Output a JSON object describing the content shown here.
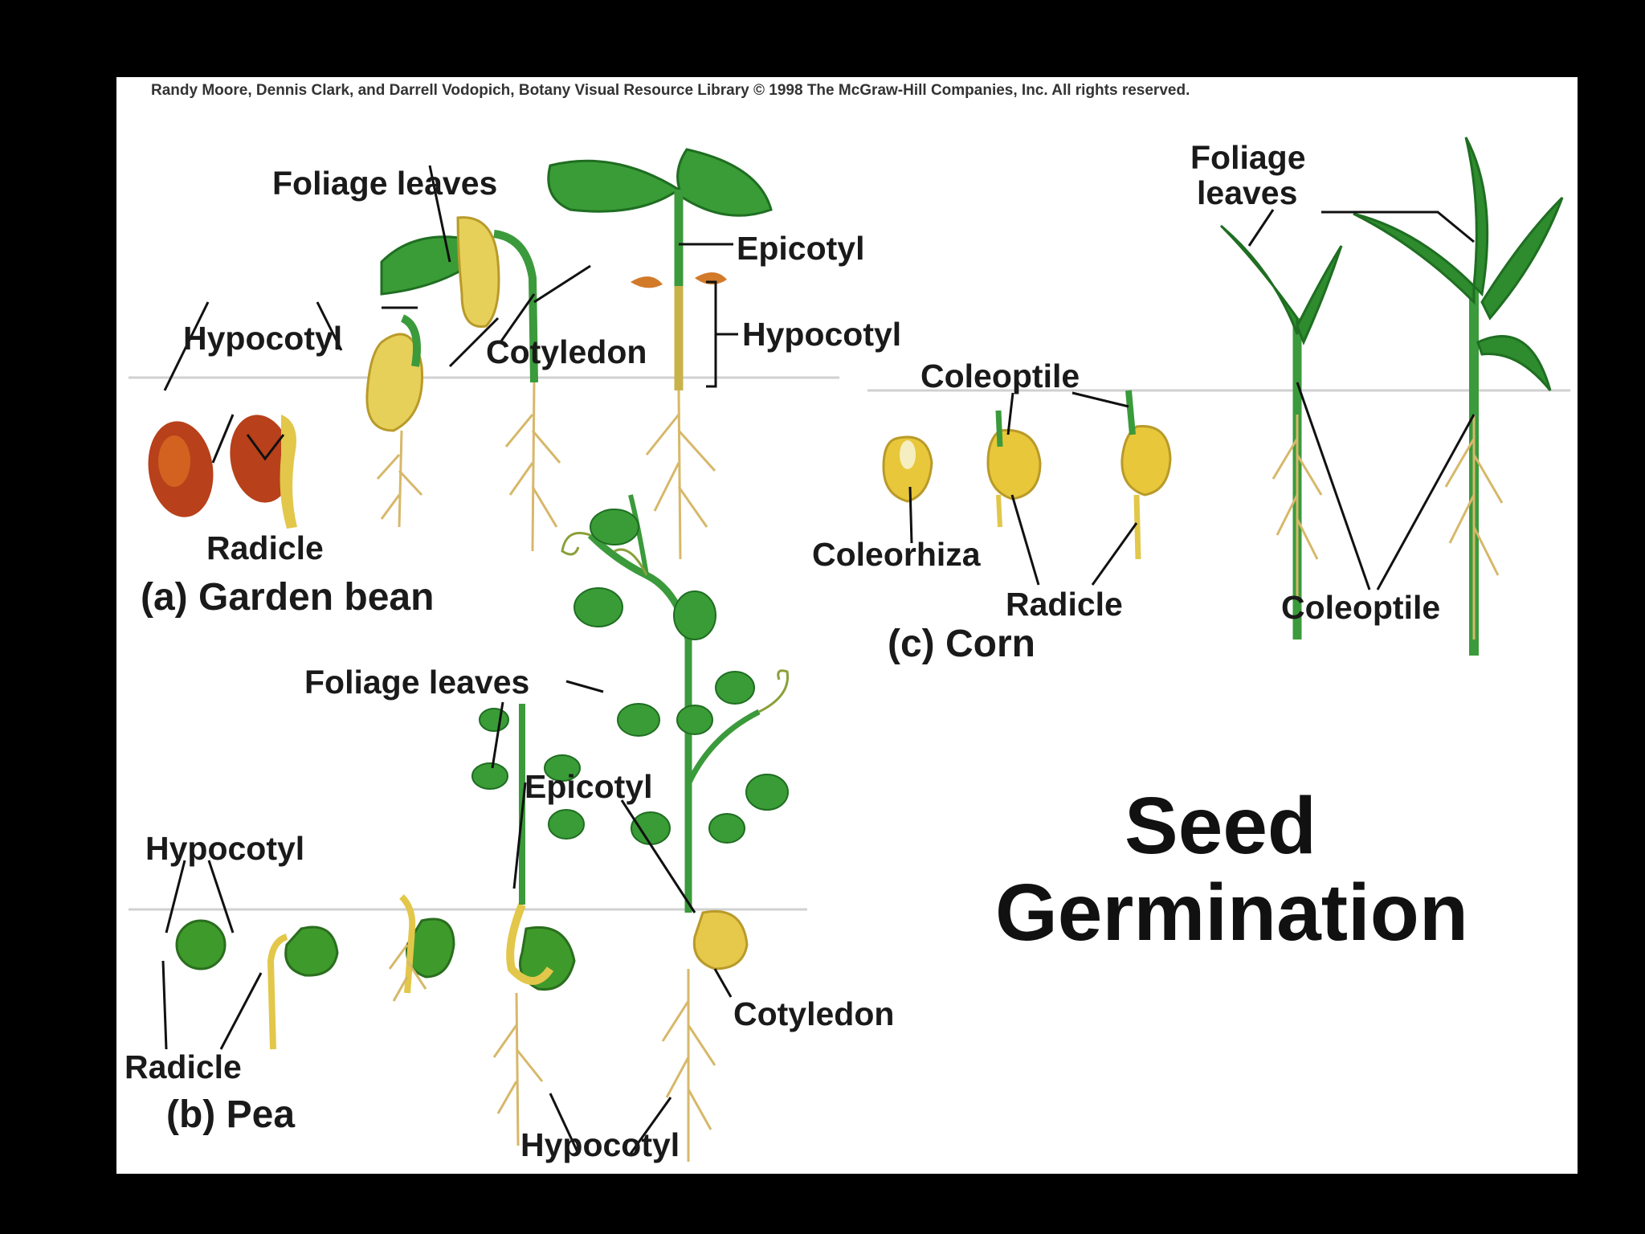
{
  "credit": "Randy Moore, Dennis Clark, and Darrell Vodopich, Botany Visual Resource Library © 1998 The McGraw-Hill Companies, Inc. All rights reserved.",
  "title": {
    "line1": "Seed",
    "line2": "Germination"
  },
  "bean": {
    "caption": "(a) Garden bean",
    "foliage_leaves": "Foliage leaves",
    "epicotyl": "Epicotyl",
    "hypocotyl_left": "Hypocotyl",
    "hypocotyl_right": "Hypocotyl",
    "cotyledon": "Cotyledon",
    "radicle": "Radicle"
  },
  "pea": {
    "caption": "(b) Pea",
    "foliage_leaves": "Foliage leaves",
    "epicotyl": "Epicotyl",
    "hypocotyl_top": "Hypocotyl",
    "hypocotyl_bottom": "Hypocotyl",
    "cotyledon": "Cotyledon",
    "radicle": "Radicle"
  },
  "corn": {
    "caption": "(c) Corn",
    "foliage_leaves_line1": "Foliage",
    "foliage_leaves_line2": "leaves",
    "coleoptile_top": "Coleoptile",
    "coleoptile_bottom": "Coleoptile",
    "coleorhiza": "Coleorhiza",
    "radicle": "Radicle"
  },
  "colors": {
    "leaf": "#2e8b2e",
    "leaf_dark": "#1f6e22",
    "seed_bean": "#c0451a",
    "seed_yellow": "#e8c83a",
    "pea_seed": "#3f9a2c",
    "root": "#d8b65a",
    "soil_line": "#cfcfcf"
  }
}
